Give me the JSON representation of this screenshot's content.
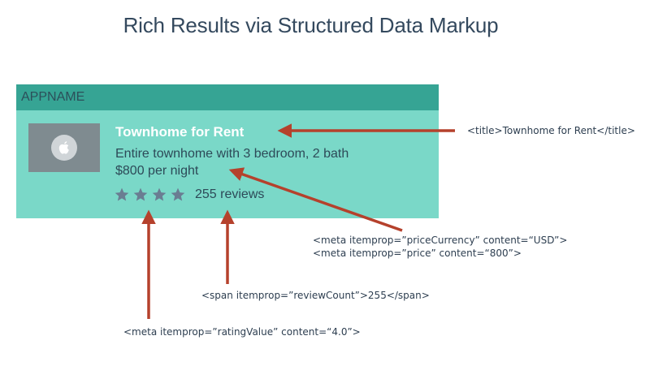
{
  "title": "Rich Results via Structured Data Markup",
  "card": {
    "app_name": "APPNAME",
    "thumbnail_icon": "apple-logo-icon",
    "result_title": "Townhome for Rent",
    "description": "Entire townhome with 3 bedroom, 2 bath",
    "price": "$800 per night",
    "rating": {
      "stars_filled": 4,
      "stars_total": 4
    },
    "reviews": "255 reviews"
  },
  "annotations": {
    "title_tag": "<title>Townhome for Rent</title>",
    "price_currency": "<meta itemprop=”priceCurrency” content=“USD”>",
    "price": "<meta itemprop=”price” content=“800”>",
    "review_count": "<span itemprop=”reviewCount”>255</span>",
    "rating_value": "<meta itemprop=”ratingValue” content=“4.0”>"
  },
  "colors": {
    "card_body": "#7ad8c8",
    "card_header": "#36a494",
    "arrow": "#b5412c",
    "star": "#6a7d92",
    "text_dark": "#2d4a58"
  }
}
